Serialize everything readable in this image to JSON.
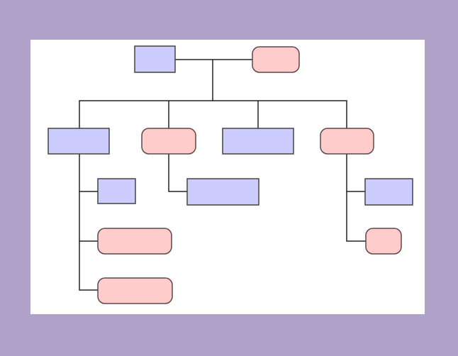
{
  "colors": {
    "frame_border": "#B0A2C8",
    "canvas_background": "#FFFFFF",
    "rect_fill": "#CCCCFF",
    "rounded_fill": "#FFCCCC",
    "node_stroke": "#444444",
    "rounded_stroke": "#5A4A4A",
    "connector": "#222222"
  },
  "nodes": [
    {
      "id": "n1",
      "shape": "rect",
      "label": ""
    },
    {
      "id": "n2",
      "shape": "rounded",
      "label": ""
    },
    {
      "id": "n3",
      "shape": "rect",
      "label": ""
    },
    {
      "id": "n4",
      "shape": "rounded",
      "label": ""
    },
    {
      "id": "n5",
      "shape": "rect",
      "label": ""
    },
    {
      "id": "n6",
      "shape": "rounded",
      "label": ""
    },
    {
      "id": "n7",
      "shape": "rect",
      "label": ""
    },
    {
      "id": "n8",
      "shape": "rounded",
      "label": ""
    },
    {
      "id": "n9",
      "shape": "rounded",
      "label": ""
    },
    {
      "id": "n10",
      "shape": "rect",
      "label": ""
    },
    {
      "id": "n11",
      "shape": "rect",
      "label": ""
    },
    {
      "id": "n12",
      "shape": "rounded",
      "label": ""
    }
  ],
  "edges": [
    {
      "from": "n1",
      "to": "n2"
    },
    {
      "from": "n1",
      "to": "n3"
    },
    {
      "from": "n1",
      "to": "n4"
    },
    {
      "from": "n1",
      "to": "n5"
    },
    {
      "from": "n1",
      "to": "n6"
    },
    {
      "from": "n3",
      "to": "n7"
    },
    {
      "from": "n3",
      "to": "n8"
    },
    {
      "from": "n3",
      "to": "n9"
    },
    {
      "from": "n4",
      "to": "n10"
    },
    {
      "from": "n6",
      "to": "n11"
    },
    {
      "from": "n6",
      "to": "n12"
    }
  ]
}
